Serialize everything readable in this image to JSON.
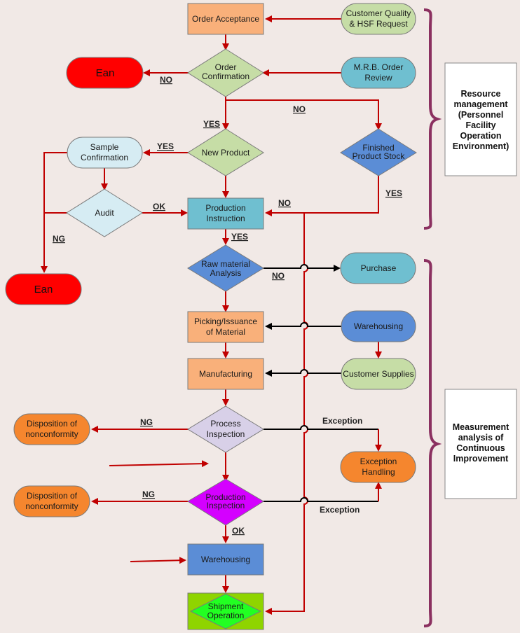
{
  "nodes": {
    "order_acceptance": "Order Acceptance",
    "customer_quality": [
      "Customer Quality",
      "& HSF Request"
    ],
    "order_confirmation": [
      "Order",
      "Confirmation"
    ],
    "mrb_review": [
      "M.R.B. Order",
      "Review"
    ],
    "ean_top": "Ean",
    "ean_bottom": "Ean",
    "sample_confirmation": [
      "Sample",
      "Confirmation"
    ],
    "new_product": "New Product",
    "finished_stock": [
      "Finished",
      "Product Stock"
    ],
    "audit": "Audit",
    "production_instruction": [
      "Production",
      "Instruction"
    ],
    "raw_material": [
      "Raw material",
      "Analysis"
    ],
    "purchase": "Purchase",
    "picking": [
      "Picking/Issuance",
      "of Material"
    ],
    "warehousing_supply": "Warehousing",
    "manufacturing": "Manufacturing",
    "customer_supplies": "Customer Supplies",
    "process_inspection": [
      "Process",
      "Inspection"
    ],
    "disposition_1": [
      "Disposition of",
      "nonconformity"
    ],
    "exception_handling": [
      "Exception",
      "Handling"
    ],
    "production_inspection": [
      "Production",
      "Inspection"
    ],
    "disposition_2": [
      "Disposition of",
      "nonconformity"
    ],
    "warehousing_final": "Warehousing",
    "shipment": [
      "Shipment",
      "Operation"
    ]
  },
  "labels": {
    "no_ean": "NO",
    "no_finished": "NO",
    "yes_new_product": "YES",
    "yes_sample": "YES",
    "ok_audit": "OK",
    "no_finished_to_pi": "NO",
    "yes_finished": "YES",
    "ng_sample": "NG",
    "yes_pi": "YES",
    "no_raw": "NO",
    "ng_process": "NG",
    "exception_process": "Exception",
    "ng_production": "NG",
    "exception_production": "Exception",
    "ok_production": "OK"
  },
  "side_boxes": {
    "resource": [
      "Resource",
      "management",
      "(Personnel",
      "Facility",
      "Operation",
      "Environment)"
    ],
    "measurement": [
      "Measurement",
      "analysis of",
      "Continuous",
      "Improvement"
    ]
  },
  "colors": {
    "arrow": "#c00000",
    "brace": "#8b3060",
    "orange_box": "#f9b07a",
    "green_diamond": "#c6dda6",
    "blue_box": "#6fbfd0",
    "red_terminal": "#ff0000",
    "light_blue": "#d6ecf3",
    "dark_blue": "#5b8dd6",
    "lavender": "#d8d0e8",
    "magenta": "#d400ff",
    "orange_terminal": "#f5862e",
    "lime": "#8fd400",
    "green_inner": "#22ff22"
  }
}
